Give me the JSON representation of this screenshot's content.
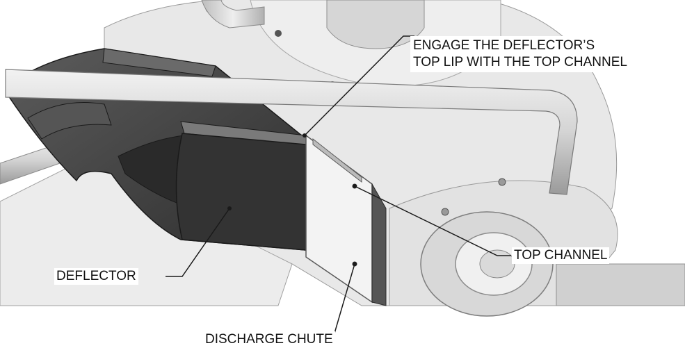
{
  "callouts": {
    "engage_line1": "ENGAGE THE DEFLECTOR’S",
    "engage_line2": "TOP LIP WITH THE TOP CHANNEL",
    "top_channel": "TOP CHANNEL",
    "deflector": "DEFLECTOR",
    "discharge_chute": "DISCHARGE CHUTE"
  },
  "colors": {
    "housing": "#e6e6e6",
    "housing_shadow": "#cfcfcf",
    "deflector": "#3f3f3f",
    "deflector_light": "#6a6a6a",
    "handle": "#d9d9d9",
    "line": "#1a1a1a"
  }
}
